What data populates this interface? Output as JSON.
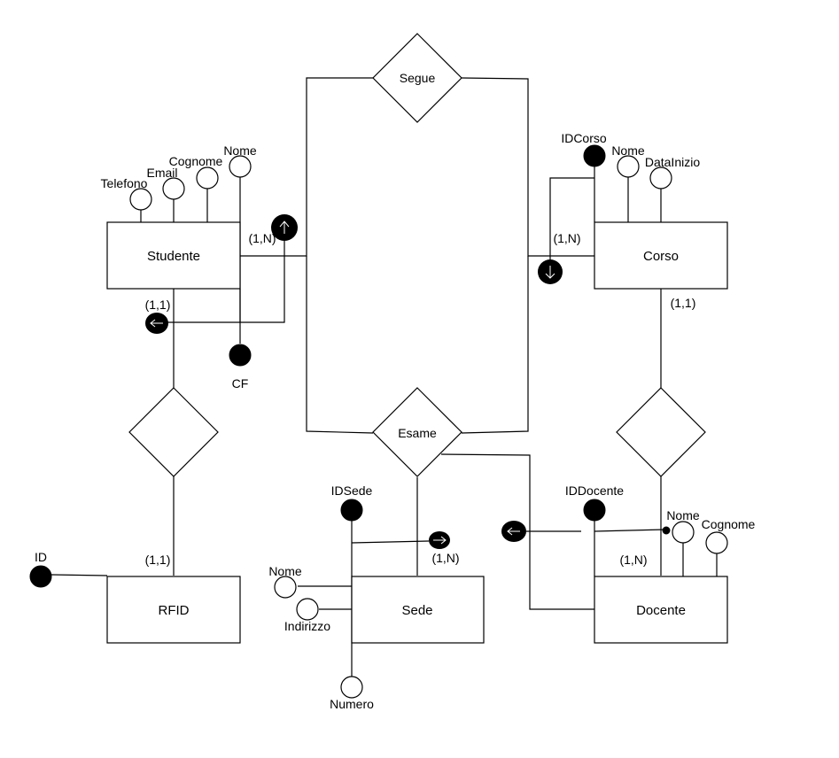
{
  "colors": {
    "line": "#000000",
    "background": "#ffffff",
    "filled": "#000000"
  },
  "entities": {
    "studente": "Studente",
    "corso": "Corso",
    "rfid": "RFID",
    "sede": "Sede",
    "docente": "Docente"
  },
  "relationships": {
    "segue": "Segue",
    "esame": "Esame"
  },
  "attributes": {
    "studente_nome": "Nome",
    "studente_cognome": "Cognome",
    "studente_email": "Email",
    "studente_telefono": "Telefono",
    "studente_cf": "CF",
    "corso_idcorso": "IDCorso",
    "corso_nome": "Nome",
    "corso_datainizio": "DataInizio",
    "rfid_id": "ID",
    "sede_idsede": "IDSede",
    "sede_nome": "Nome",
    "sede_indirizzo": "Indirizzo",
    "sede_numero": "Numero",
    "docente_iddocente": "IDDocente",
    "docente_nome": "Nome",
    "docente_cognome": "Cognome"
  },
  "cardinalities": {
    "studente_segue": "(1,N)",
    "corso_segue": "(1,N)",
    "studente_rfid": "(1,1)",
    "rfid_studente": "(1,1)",
    "corso_docente": "(1,1)",
    "sede_esame": "(1,N)",
    "docente_esame": "(1,N)"
  }
}
